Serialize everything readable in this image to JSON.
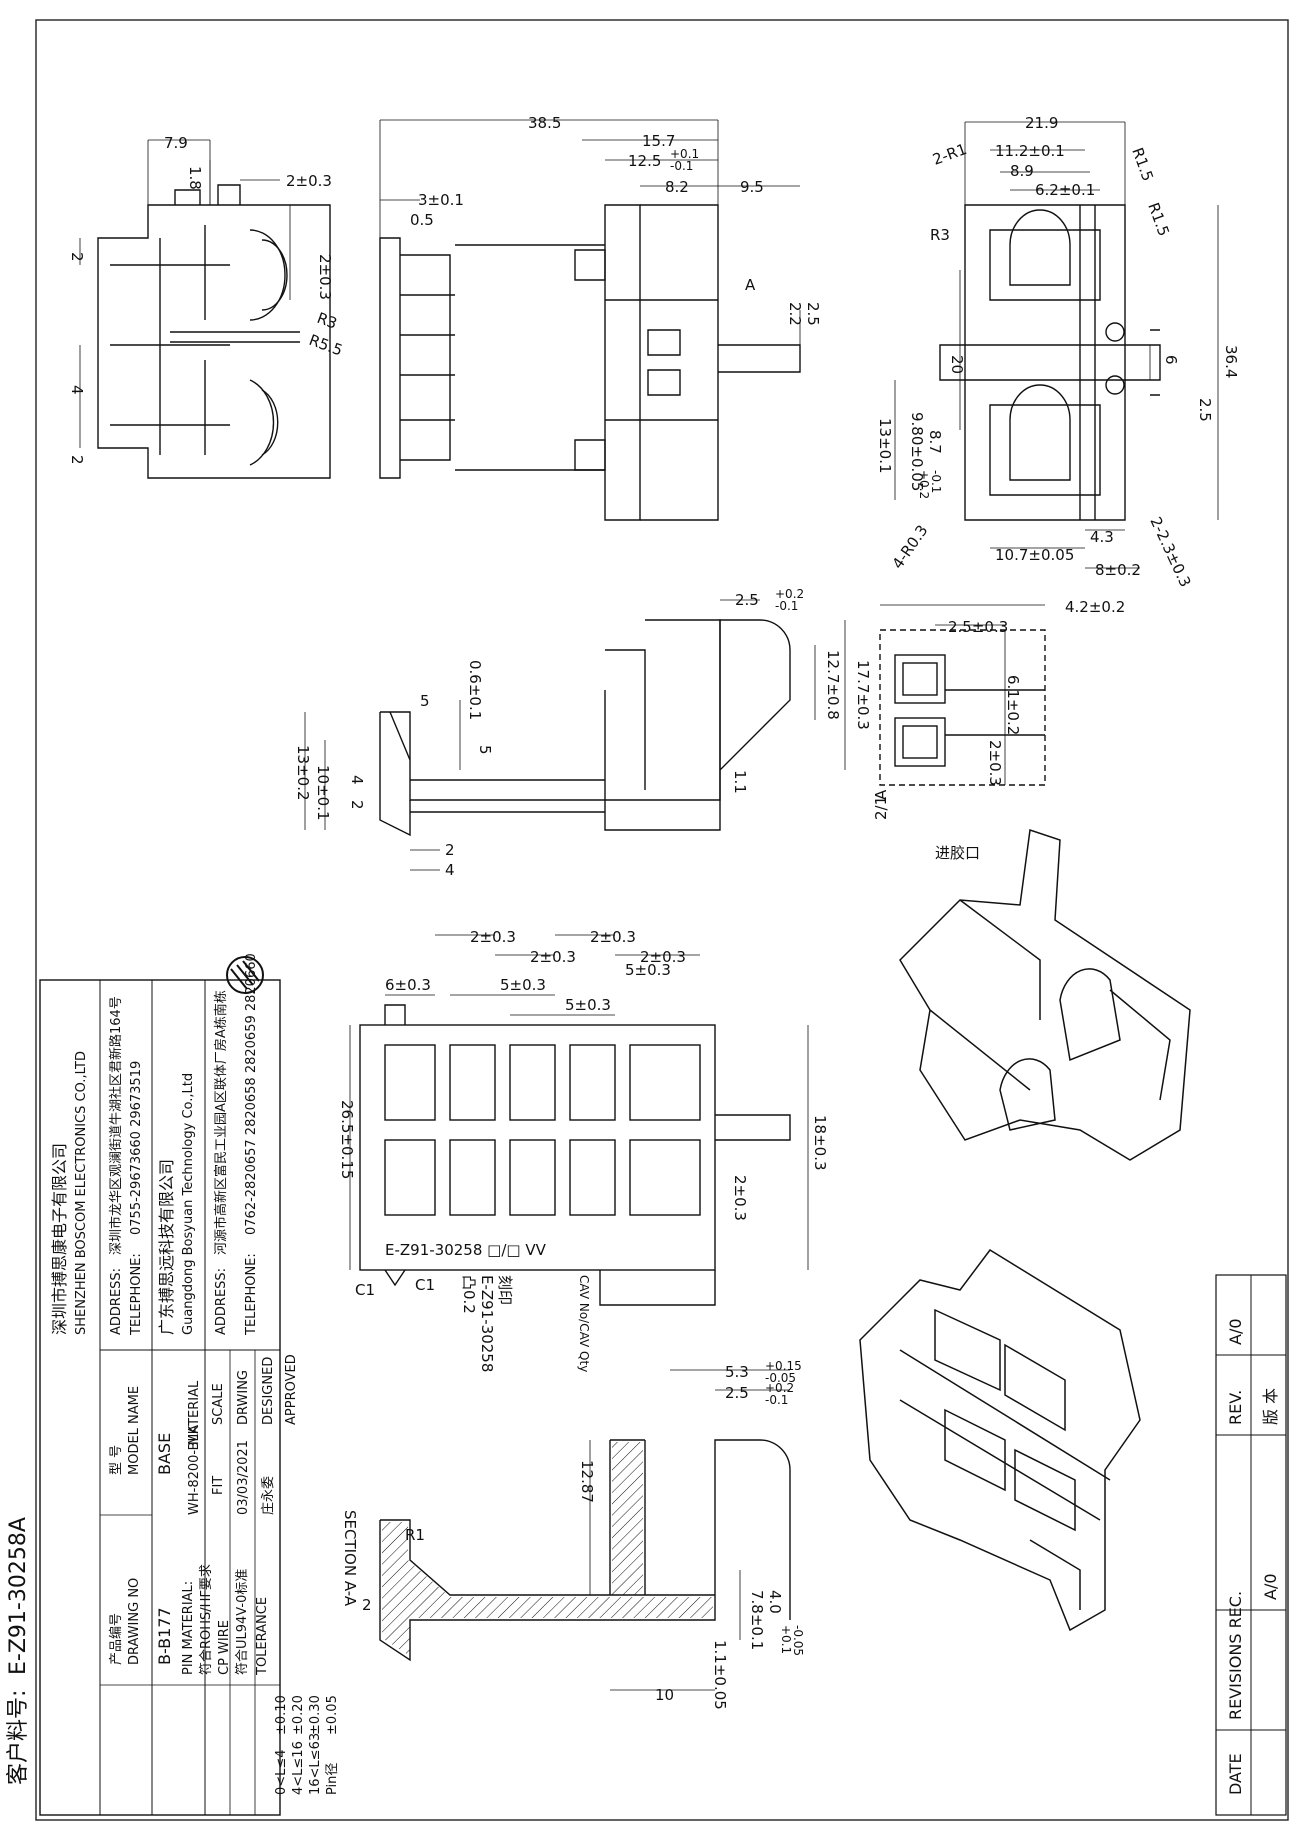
{
  "title_block": {
    "company_cn": "深圳市搏思康电子有限公司",
    "company_en": "SHENZHEN BOSCOM ELECTRONICS CO.,LTD",
    "address_label": "ADDRESS:",
    "address1": "深圳市龙华区观澜街道牛湖社区君新路164号",
    "telephone_label": "TELEPHONE:",
    "telephone1": "0755-29673660 29673519",
    "company2_cn": "广东搏思远科技有限公司",
    "company2_en": "Guangdong Bosyuan Technology Co.,Ltd",
    "address2": "河源市高新区富民工业园A区联体厂房A栋南栋",
    "telephone2": "0762-2820657 2820658 2820659 2820660",
    "customer_pn_label": "客户料号:",
    "customer_pn": "E-Z91-30258A",
    "model_label_cn": "型  号",
    "model_label_en": "MODEL NAME",
    "model_value": "BASE",
    "drawing_label_cn": "产品编号",
    "drawing_label_en": "DRAWING NO",
    "drawing_value": "B-B177",
    "material_label": "MATERIAL",
    "material_value": "WH-8200-BLK",
    "pin_material_label": "PIN MATERIAL:",
    "pin_material_value": "符合ROHS/HF要求",
    "cp_wire_label": "CP WIRE",
    "cp_wire_value": "符合UL94V-0标准",
    "scale_label": "SCALE",
    "scale_value": "FIT",
    "tolerance_label": "TOLERANCE",
    "drwing_label": "DRWING",
    "drwing_value": "03/03/2021",
    "designed_label": "DESIGNED",
    "designed_value": "庄永委",
    "approved_label": "APPROVED",
    "tolerances": [
      {
        "range": "0<L≤4",
        "value": "±0.10"
      },
      {
        "range": "4<L≤16",
        "value": "±0.20"
      },
      {
        "range": "16<L≤63",
        "value": "±0.30"
      },
      {
        "range": "Pin径",
        "value": "±0.05"
      }
    ]
  },
  "revisions": {
    "rev_label_cn": "版 本",
    "rev_value": "A/0",
    "rev_label": "REV.",
    "rev_value2": "A/0",
    "revisions_label": "REVISIONS REC.",
    "date_label": "DATE"
  },
  "views": {
    "left": {
      "dims": [
        "7.9",
        "1.8",
        "2±0.3",
        "2±0.3",
        "R3",
        "R5.5",
        "2",
        "4",
        "2"
      ]
    },
    "front": {
      "dims": [
        "38.5",
        "15.7",
        "12.5",
        "+0.1",
        "-0.1",
        "3±0.1",
        "0.5",
        "8.2",
        "9.5",
        "A",
        "2.5",
        "2.2"
      ]
    },
    "right": {
      "dims": [
        "21.9",
        "11.2±0.1",
        "8.9",
        "6.2±0.1",
        "2-R1",
        "R1.5",
        "R1.5",
        "R3",
        "36.4",
        "20",
        "6",
        "2.5",
        "9.80±0.05",
        "8.7",
        "+0.2",
        "-0.1",
        "13±0.1",
        "4-R0.3",
        "4.3",
        "10.7±0.05",
        "8±0.2",
        "2-2.3±0.3"
      ]
    },
    "side": {
      "dims": [
        "2.5",
        "+0.2",
        "-0.1",
        "12.7±0.8",
        "17.7±0.3",
        "0.6±0.1",
        "5",
        "5",
        "13±0.2",
        "10±0.1",
        "4",
        "2",
        "2",
        "4",
        "1.1"
      ]
    },
    "detail_a": {
      "dims": [
        "4.2±0.2",
        "2.5±0.3",
        "6.1±0.2",
        "2±0.3"
      ],
      "label": "A",
      "scale": "2/1"
    },
    "iso_note": "进胶口",
    "bottom": {
      "dims": [
        "2±0.3",
        "2±0.3",
        "2±0.3",
        "2±0.3",
        "6±0.3",
        "5±0.3",
        "5±0.3",
        "5±0.3",
        "26.5±0.15",
        "18±0.3",
        "2±0.3",
        "C1",
        "C1"
      ],
      "engrave": "E-Z91-30258 □/□  VV",
      "notes": [
        "刻印",
        "E-Z91-30258",
        "凸0.2",
        "CAV No/CAV Qty"
      ]
    },
    "section": {
      "title": "SECTION A-A",
      "dims": [
        "5.3",
        "+0.15",
        "-0.05",
        "2.5",
        "+0.2",
        "-0.1",
        "12.87",
        "R1",
        "2",
        "7.8±0.1",
        "4.0",
        "+0.1",
        "-0.05",
        "1.1±0.05",
        "10"
      ]
    }
  }
}
